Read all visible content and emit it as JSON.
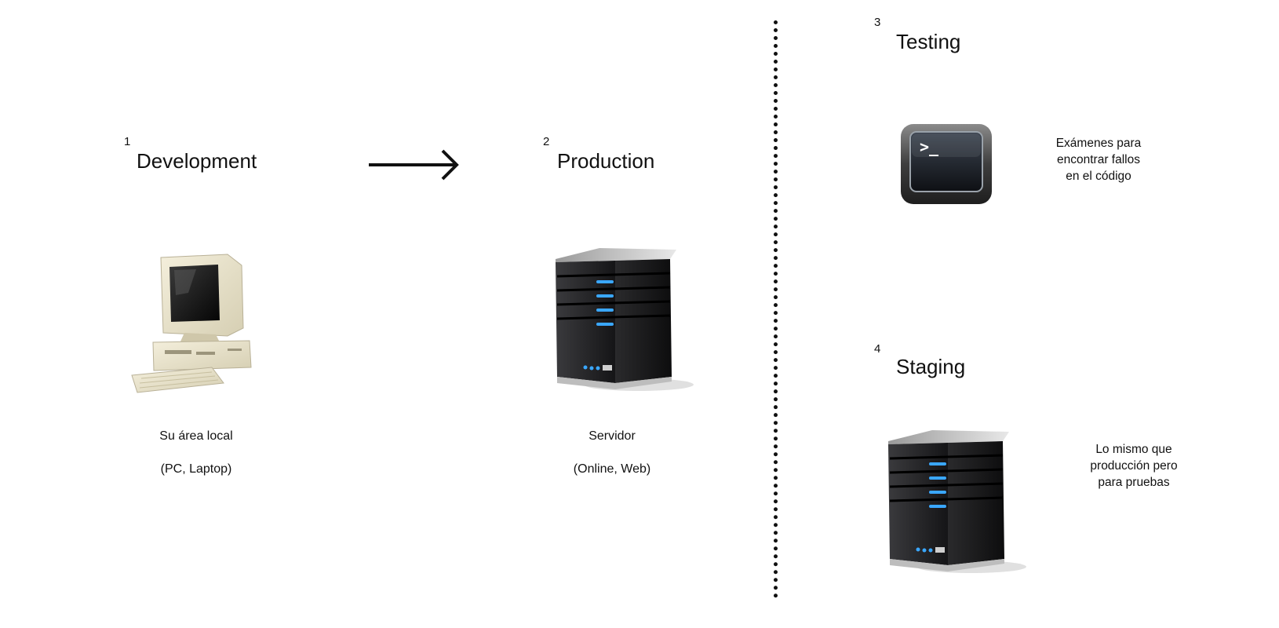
{
  "sections": {
    "development": {
      "number": "1",
      "title": "Development",
      "caption_line1": "Su área local",
      "caption_line2": "(PC, Laptop)",
      "icon": "desktop-computer-icon"
    },
    "production": {
      "number": "2",
      "title": "Production",
      "caption_line1": "Servidor",
      "caption_line2": "(Online, Web)",
      "icon": "server-icon"
    },
    "testing": {
      "number": "3",
      "title": "Testing",
      "note": [
        "Exámenes para",
        "encontrar fallos",
        "en el código"
      ],
      "icon": "terminal-icon",
      "terminal_prompt": ">_"
    },
    "staging": {
      "number": "4",
      "title": "Staging",
      "note": [
        "Lo mismo que",
        "producción pero",
        "para pruebas"
      ],
      "icon": "server-icon"
    }
  },
  "connector": {
    "from": "development",
    "to": "production",
    "icon": "arrow-right-icon"
  },
  "colors": {
    "text": "#111111",
    "server_body": "#1c1c1e",
    "server_light": "#3aa7ff",
    "computer_beige": "#e9e3cc"
  }
}
